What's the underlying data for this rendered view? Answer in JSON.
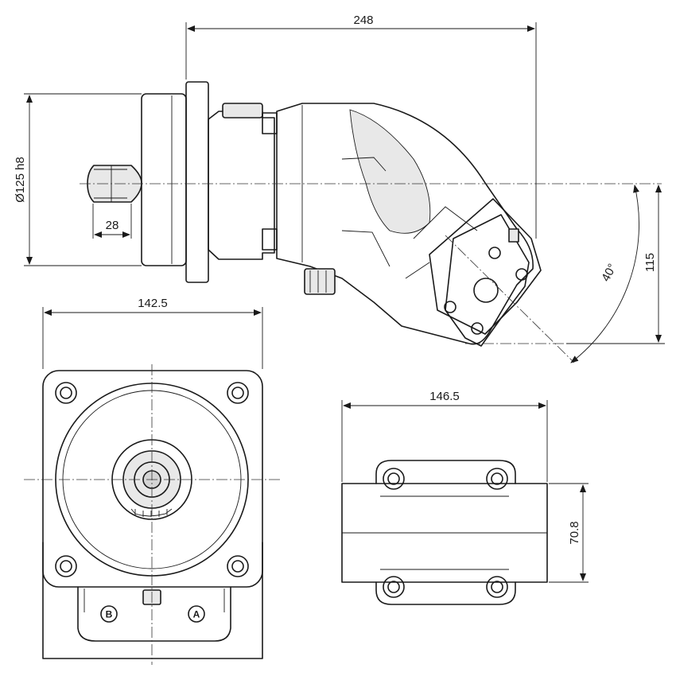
{
  "dimensions": {
    "overall_length": "248",
    "flange_diameter": "Ø125 h8",
    "shaft_length": "28",
    "front_view_width": "142.5",
    "angle": "40°",
    "port_height": "115",
    "port_flange_width": "146.5",
    "port_flange_height": "70.8"
  },
  "port_labels": {
    "port_b": "B",
    "port_a": "A"
  },
  "colors": {
    "line": "#1a1a1a",
    "shade": "#e8e8e8",
    "background": "#ffffff"
  }
}
